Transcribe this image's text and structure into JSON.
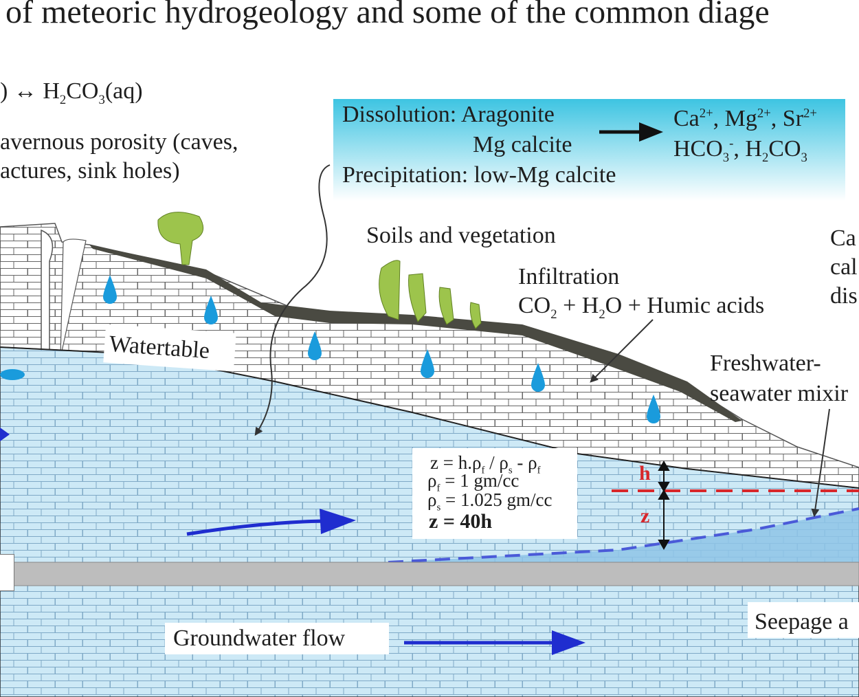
{
  "title": "of meteoric hydrogeology and some of the common diage",
  "equation_top": {
    "pre": ")  ↔  H",
    "s1": "2",
    "mid": "CO",
    "s2": "3",
    "post": "(aq)"
  },
  "porosity": {
    "line1": "avernous porosity (caves,",
    "line2": "actures, sink holes)"
  },
  "reaction_box": {
    "dissolution": "Dissolution: Aragonite",
    "mg_calcite": "Mg calcite",
    "precipitation": "Precipitation: low-Mg calcite",
    "products_line1": {
      "ca": "Ca",
      "ca_sup": "2+",
      "mg": ", Mg",
      "mg_sup": "2+",
      "sr": ", Sr",
      "sr_sup": "2+"
    },
    "products_line2": {
      "hco": "HCO",
      "hco_sub": "3",
      "hco_sup": "-",
      "h2co": ", H",
      "h2co_sub": "2",
      "co": "CO",
      "co_sub": "3"
    }
  },
  "soils": "Soils and vegetation",
  "infiltration": {
    "title": "Infiltration",
    "co": "CO",
    "co_sub": "2",
    "plus_h": " + H",
    "h_sub": "2",
    "rest": "O + Humic acids"
  },
  "right_cut": {
    "l1": "Ca",
    "l2": "cal",
    "l3": "dis"
  },
  "mixing": {
    "line1": "Freshwater-",
    "line2": "seawater mixir"
  },
  "watertable": "Watertable",
  "ghyben": {
    "l1_a": "z = h.ρ",
    "l1_s1": "f",
    "l1_b": " / ρ",
    "l1_s2": "s",
    "l1_c": " - ρ",
    "l1_s3": "f",
    "l2_a": "ρ",
    "l2_s": "f",
    "l2_b": " = 1 gm/cc",
    "l3_a": "ρ",
    "l3_s": "s",
    "l3_b": " = 1.025 gm/cc",
    "l4": "z = 40h"
  },
  "h_label": "h",
  "z_label": "z",
  "groundwater_flow": "Groundwater flow",
  "seepage": "Seepage a",
  "colors": {
    "water": "#cde9f6",
    "brick_line": "#6f9fbf",
    "rock": "#ffffff",
    "rock_line": "#555555",
    "soil": "#4a4a42",
    "plant": "#9dc44c",
    "drop": "#1a9bdc",
    "arrow": "#1f2dcf",
    "red_dash": "#d8262a",
    "salt": "#8ec4e6",
    "clay": "#bdbdbd",
    "box_grad_top": "#3dc4e2"
  }
}
